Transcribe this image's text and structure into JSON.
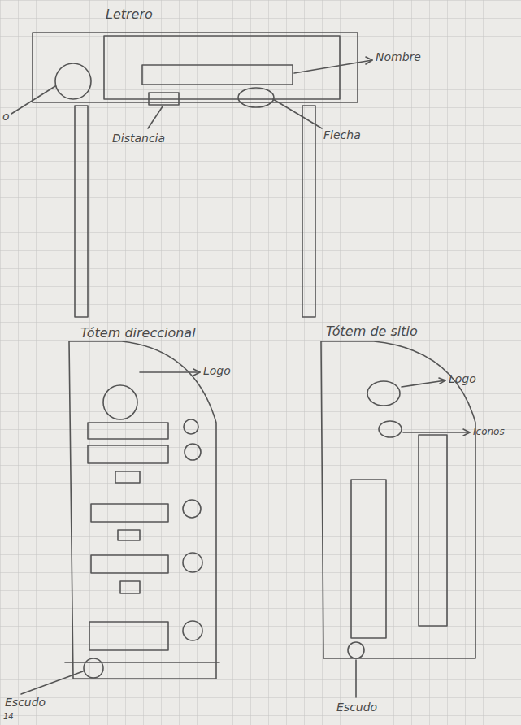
{
  "diagram": {
    "nodes": [
      {
        "text": [
          "Letrero"
        ]
      },
      {
        "text": [
          "Tótem direccional"
        ]
      },
      {
        "text": [
          "Tótem de sitio"
        ]
      }
    ],
    "labels": [
      "o",
      "Nombre",
      "Distancia",
      "Flecha",
      "Logo",
      "Logo",
      "Iconos",
      "Escudo",
      "Escudo",
      "14"
    ]
  }
}
